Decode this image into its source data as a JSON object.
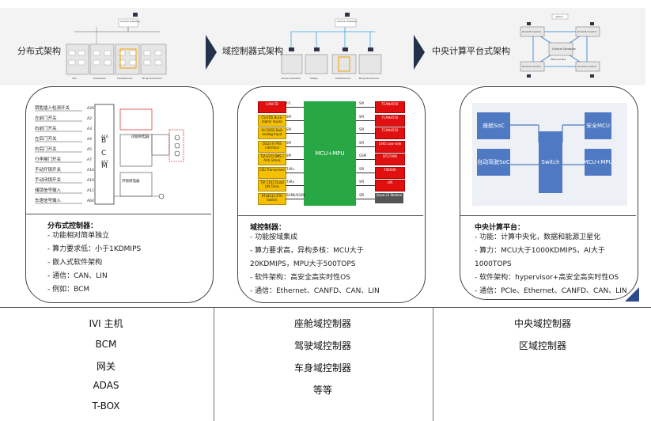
{
  "banner": {
    "archs": [
      {
        "label": "分布式架构"
      },
      {
        "label": "域控制器式架构"
      },
      {
        "label": "中央计算平台式架构"
      }
    ],
    "mini1": {
      "top": "Central Gateway",
      "bottoms": [
        "Info",
        "Powertrain",
        "Infotainment",
        "Body Electronics"
      ]
    },
    "mini2": {
      "top": "Central Gateway",
      "bottoms": [
        "Driver Assistant",
        "Safety",
        "Infotainment",
        "Body Electronics"
      ]
    },
    "mini3": {
      "center": "Central Compute",
      "zones": [
        "Zonal E/ Control",
        "Zonal E/ Control",
        "Zonal E/ Control",
        "Zonal E/ Control"
      ],
      "top": "Switch",
      "bottom": "Ethernet Net"
    }
  },
  "card1": {
    "diagram": {
      "left_labels": [
        "钥匙插入检测开关",
        "左前门开关",
        "右前门开关",
        "左后门开关",
        "右后门开关",
        "行李厢门开关",
        "手动开锁开关",
        "手动闭锁开关",
        "储锁信号输入",
        "车速信号输入"
      ],
      "pins": [
        "A20",
        "A2",
        "A3",
        "A4",
        "A5",
        "A7",
        "A14",
        "A10",
        "A11",
        "A64"
      ],
      "chip": [
        "B",
        "C",
        "M"
      ],
      "right_pins": [
        "A16",
        "A17"
      ],
      "relay_labels": [
        "闭锁继电器",
        "开锁继电器"
      ]
    },
    "title": "分布式控制器：",
    "lines": [
      "- 功能相对简单独立",
      "- 算力要求低：小于1KDMIPS",
      "- 嵌入式软件架构",
      "- 通信：CAN、LIN",
      "- 例如：BCM"
    ]
  },
  "card2": {
    "center": "MCU+MPU",
    "left_boxes": [
      {
        "text": "CAN FD",
        "color": "red"
      },
      {
        "text": "CS-VDS Buck-digital Inputs",
        "color": "orange"
      },
      {
        "text": "Hi-Cl/ISS Bulk analog Input",
        "color": "orange"
      },
      {
        "text": "DS21-R PSS interface",
        "color": "orange"
      },
      {
        "text": "TJA1070 BMS / Anti Stress",
        "color": "orange"
      },
      {
        "text": "CSU Transceiver",
        "color": "orange"
      },
      {
        "text": "TJA 1102 Quad LIN Trans",
        "color": "orange"
      },
      {
        "text": "RTL8212 ETH Switch",
        "color": "orange"
      }
    ],
    "left_conn": [
      "I²C",
      "SPI",
      "SPI",
      "SPI",
      "SPI",
      "TxRx",
      "TxRx",
      "SGMII/SGMII"
    ],
    "right_boxes": [
      {
        "text": "TCAN4550",
        "color": "red"
      },
      {
        "text": "TCAN4550",
        "color": "red"
      },
      {
        "text": "TCAN4550",
        "color": "red"
      },
      {
        "text": "LS65 Low side",
        "color": "red"
      },
      {
        "text": "BTS7008",
        "color": "red"
      },
      {
        "text": "FS6500",
        "color": "red"
      },
      {
        "text": "LIN",
        "color": "red"
      },
      {
        "text": "Quad LS Modem",
        "color": "dark"
      }
    ],
    "right_conn": [
      "SPI",
      "SPI",
      "SPI",
      "SPI",
      "GSPI",
      "SPI",
      "SPI",
      "SPI"
    ],
    "title": "域控制器：",
    "lines": [
      "- 功能按域集成",
      "- 算力要求高，异构多核：MCU大于",
      "  20KDMIPS，MPU大于500TOPS",
      "- 软件架构：高安全高实时性OS",
      "- 通信：Ethernet、CANFD、CAN、LIN"
    ]
  },
  "card3": {
    "boxes": {
      "tl": "座舱SoC",
      "bl": "自动驾驶SoC",
      "mid": "Switch",
      "tr": "安全MCU",
      "br": "MCU+MPU"
    },
    "title": "中央计算平台：",
    "lines": [
      "- 功能：计算中央化，数据和能源卫星化",
      "- 算力：MCU大于1000KDMIPS，AI大于",
      "  1000TOPS",
      "- 软件架构：hypervisor+高安全高实时性OS",
      "- 通信：PCIe、Ethernet、CANFD、CAN、LIN"
    ]
  },
  "table": {
    "col1": [
      "IVI 主机",
      "BCM",
      "网关",
      "ADAS",
      "T-BOX"
    ],
    "col2": [
      "座舱域控制器",
      "驾驶域控制器",
      "车身域控制器",
      "等等"
    ],
    "col3": [
      "中央域控制器",
      "区域控制器"
    ]
  }
}
